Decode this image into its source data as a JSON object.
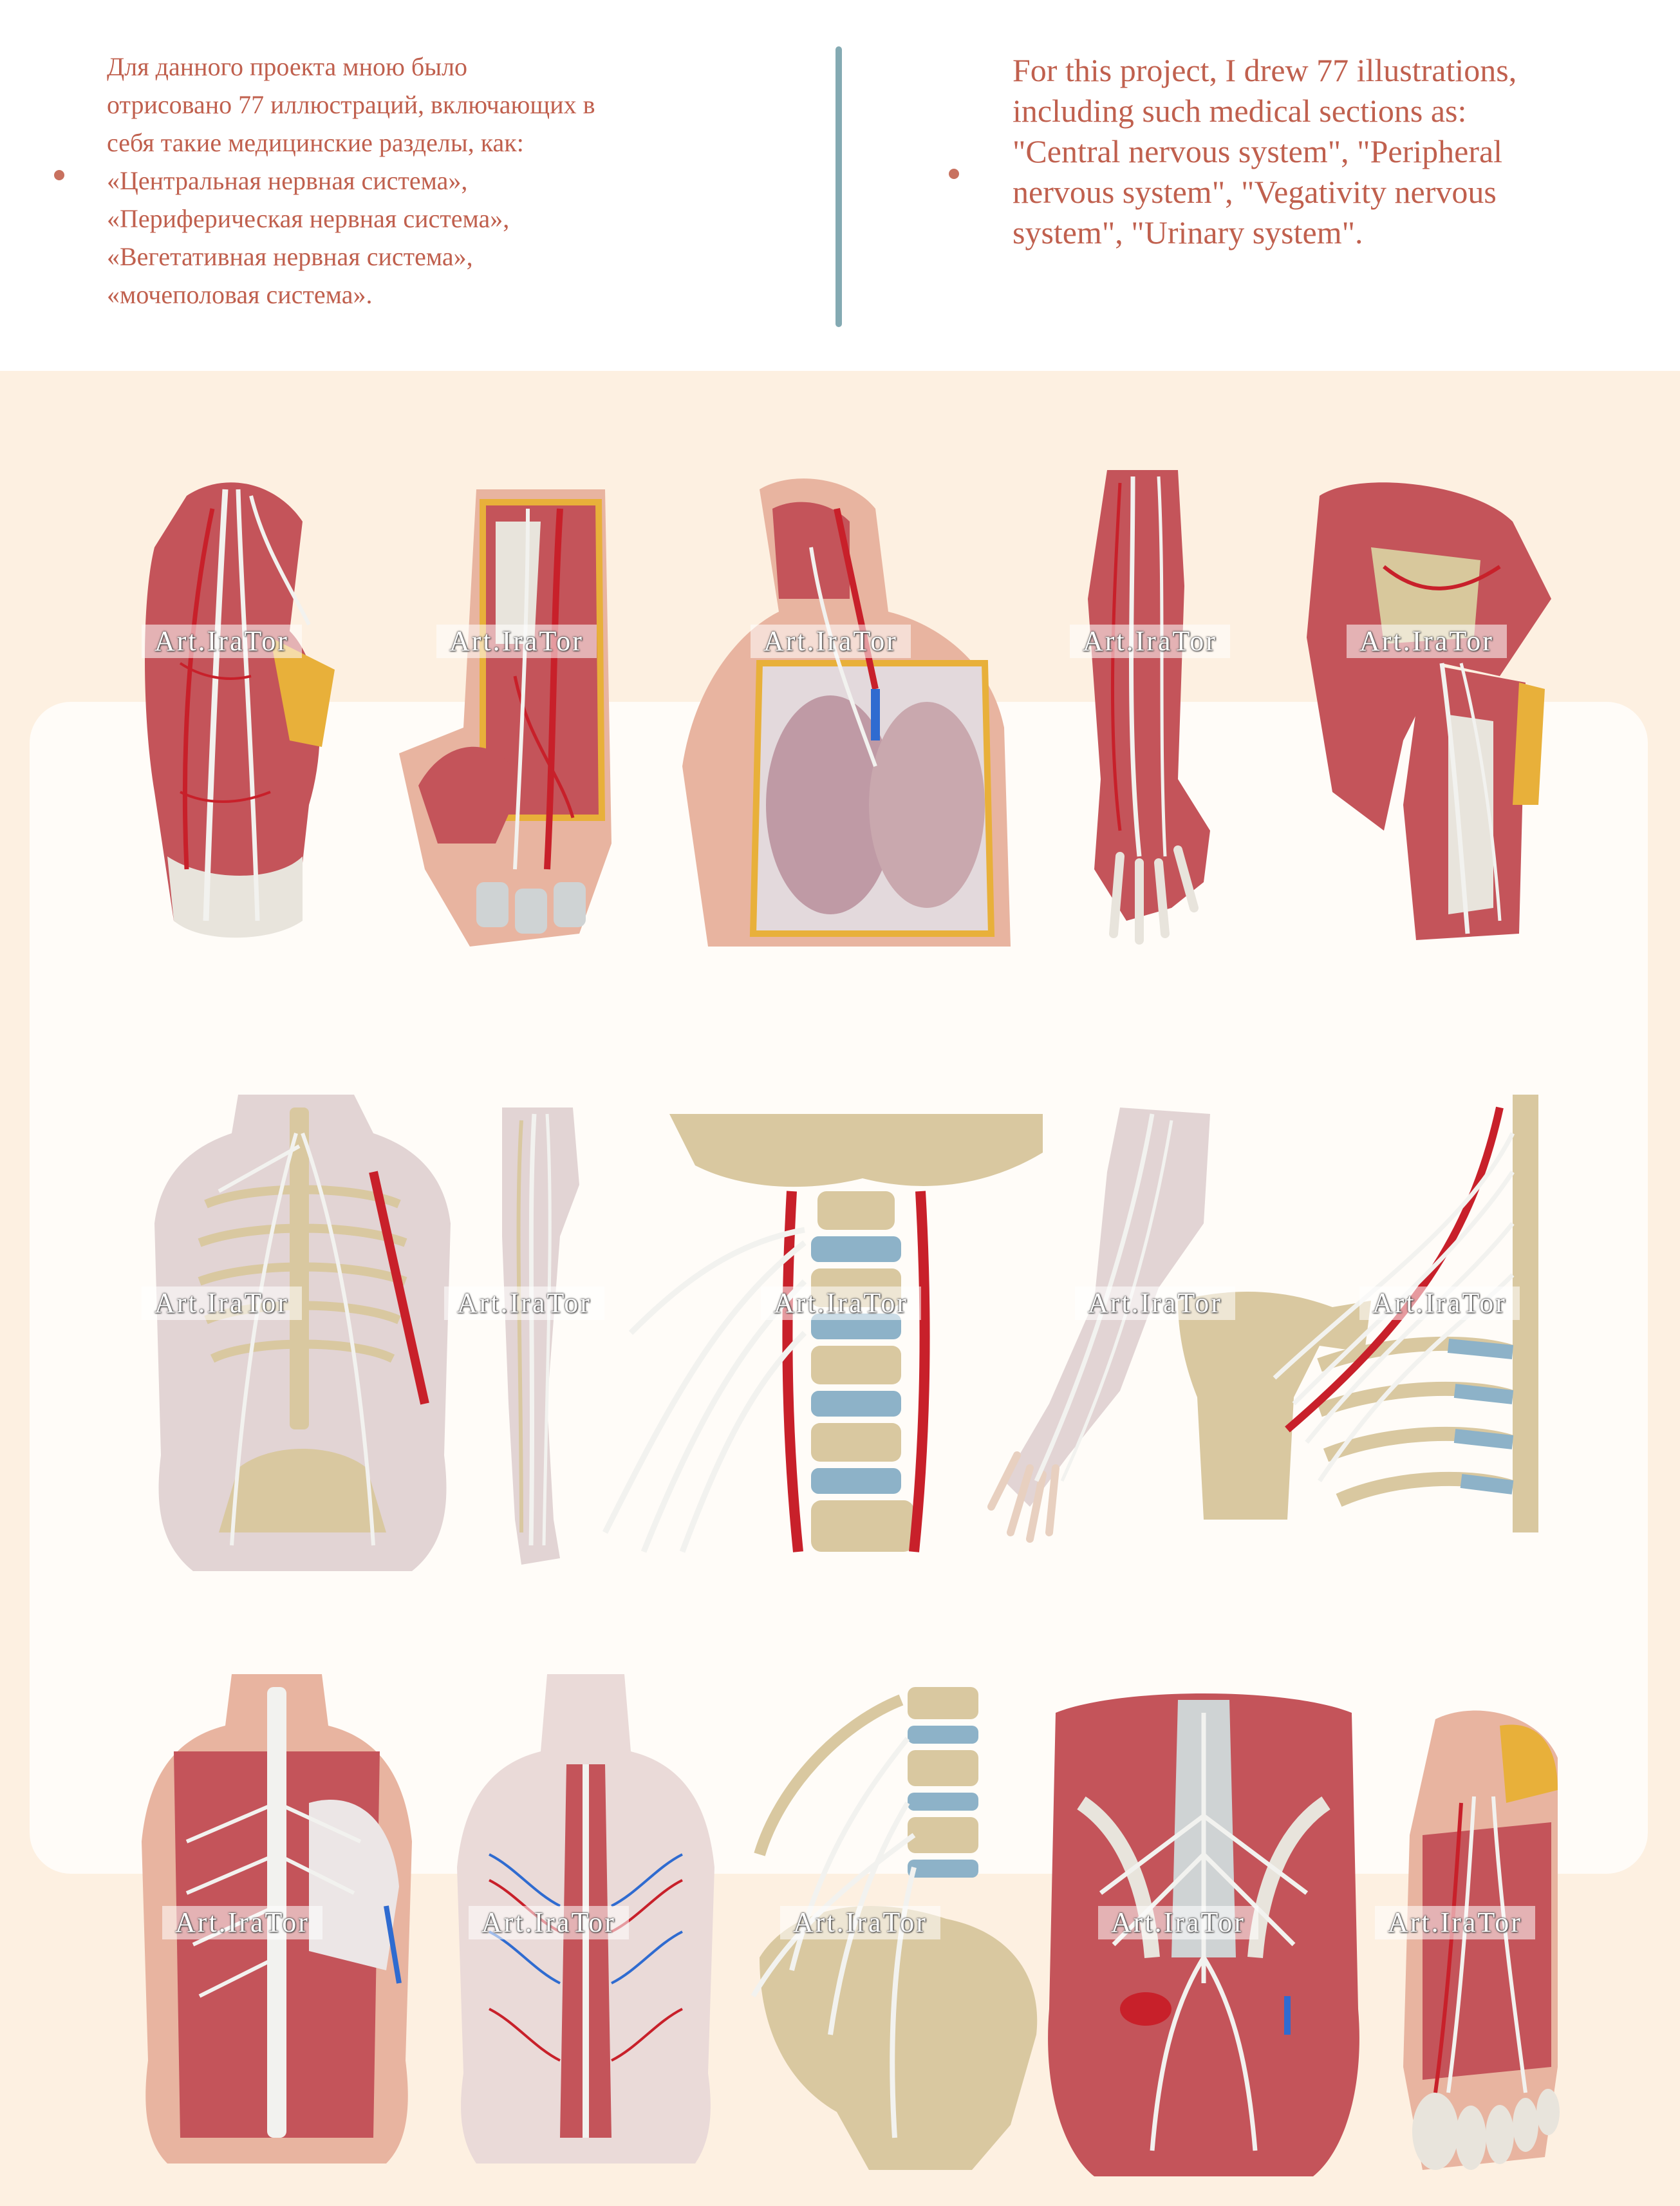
{
  "intro": {
    "ru_lines": [
      "Для данного проекта мною было",
      "отрисовано 77 иллюстраций, включающих в",
      "себя такие медицинские разделы, как:",
      "«Центральная нервная система»,",
      "«Периферическая нервная система»,",
      "«Вегетативная нервная система»,",
      "«мочеполовая система»."
    ],
    "en_lines": [
      "For this project, I drew 77 illustrations,",
      "including such medical sections as:",
      "\"Central nervous system\", \"Peripheral",
      "nervous system\", \"Vegativity nervous",
      "system\", \"Urinary system\"."
    ]
  },
  "watermark": "Art.IraTor",
  "colors": {
    "text_accent": "#c0604e",
    "divider": "#84aab3",
    "peach_background": "#fdf0e1",
    "muscle": "#c4545a",
    "artery": "#c8202a",
    "nerve": "#f2f2ef",
    "bone": "#d9c8a0",
    "skin": "#e8b4a0",
    "disc": "#8db2c8",
    "fat": "#e8b03a"
  },
  "illustrations": [
    {
      "row": 1,
      "subject": "arm-muscles-nerves-icon"
    },
    {
      "row": 1,
      "subject": "hand-dissection-icon"
    },
    {
      "row": 1,
      "subject": "neck-thorax-icon"
    },
    {
      "row": 1,
      "subject": "forearm-nerves-icon"
    },
    {
      "row": 1,
      "subject": "shoulder-dissection-icon"
    },
    {
      "row": 2,
      "subject": "torso-skeleton-nerves-icon"
    },
    {
      "row": 2,
      "subject": "leg-nerves-icon"
    },
    {
      "row": 2,
      "subject": "cervical-spine-icon"
    },
    {
      "row": 2,
      "subject": "arm-nerves-icon"
    },
    {
      "row": 2,
      "subject": "brachial-plexus-icon"
    },
    {
      "row": 3,
      "subject": "back-spinal-cord-icon"
    },
    {
      "row": 3,
      "subject": "back-cutaneous-nerves-icon"
    },
    {
      "row": 3,
      "subject": "lumbar-pelvis-icon"
    },
    {
      "row": 3,
      "subject": "abdominal-wall-icon"
    },
    {
      "row": 3,
      "subject": "foot-dissection-icon"
    }
  ]
}
